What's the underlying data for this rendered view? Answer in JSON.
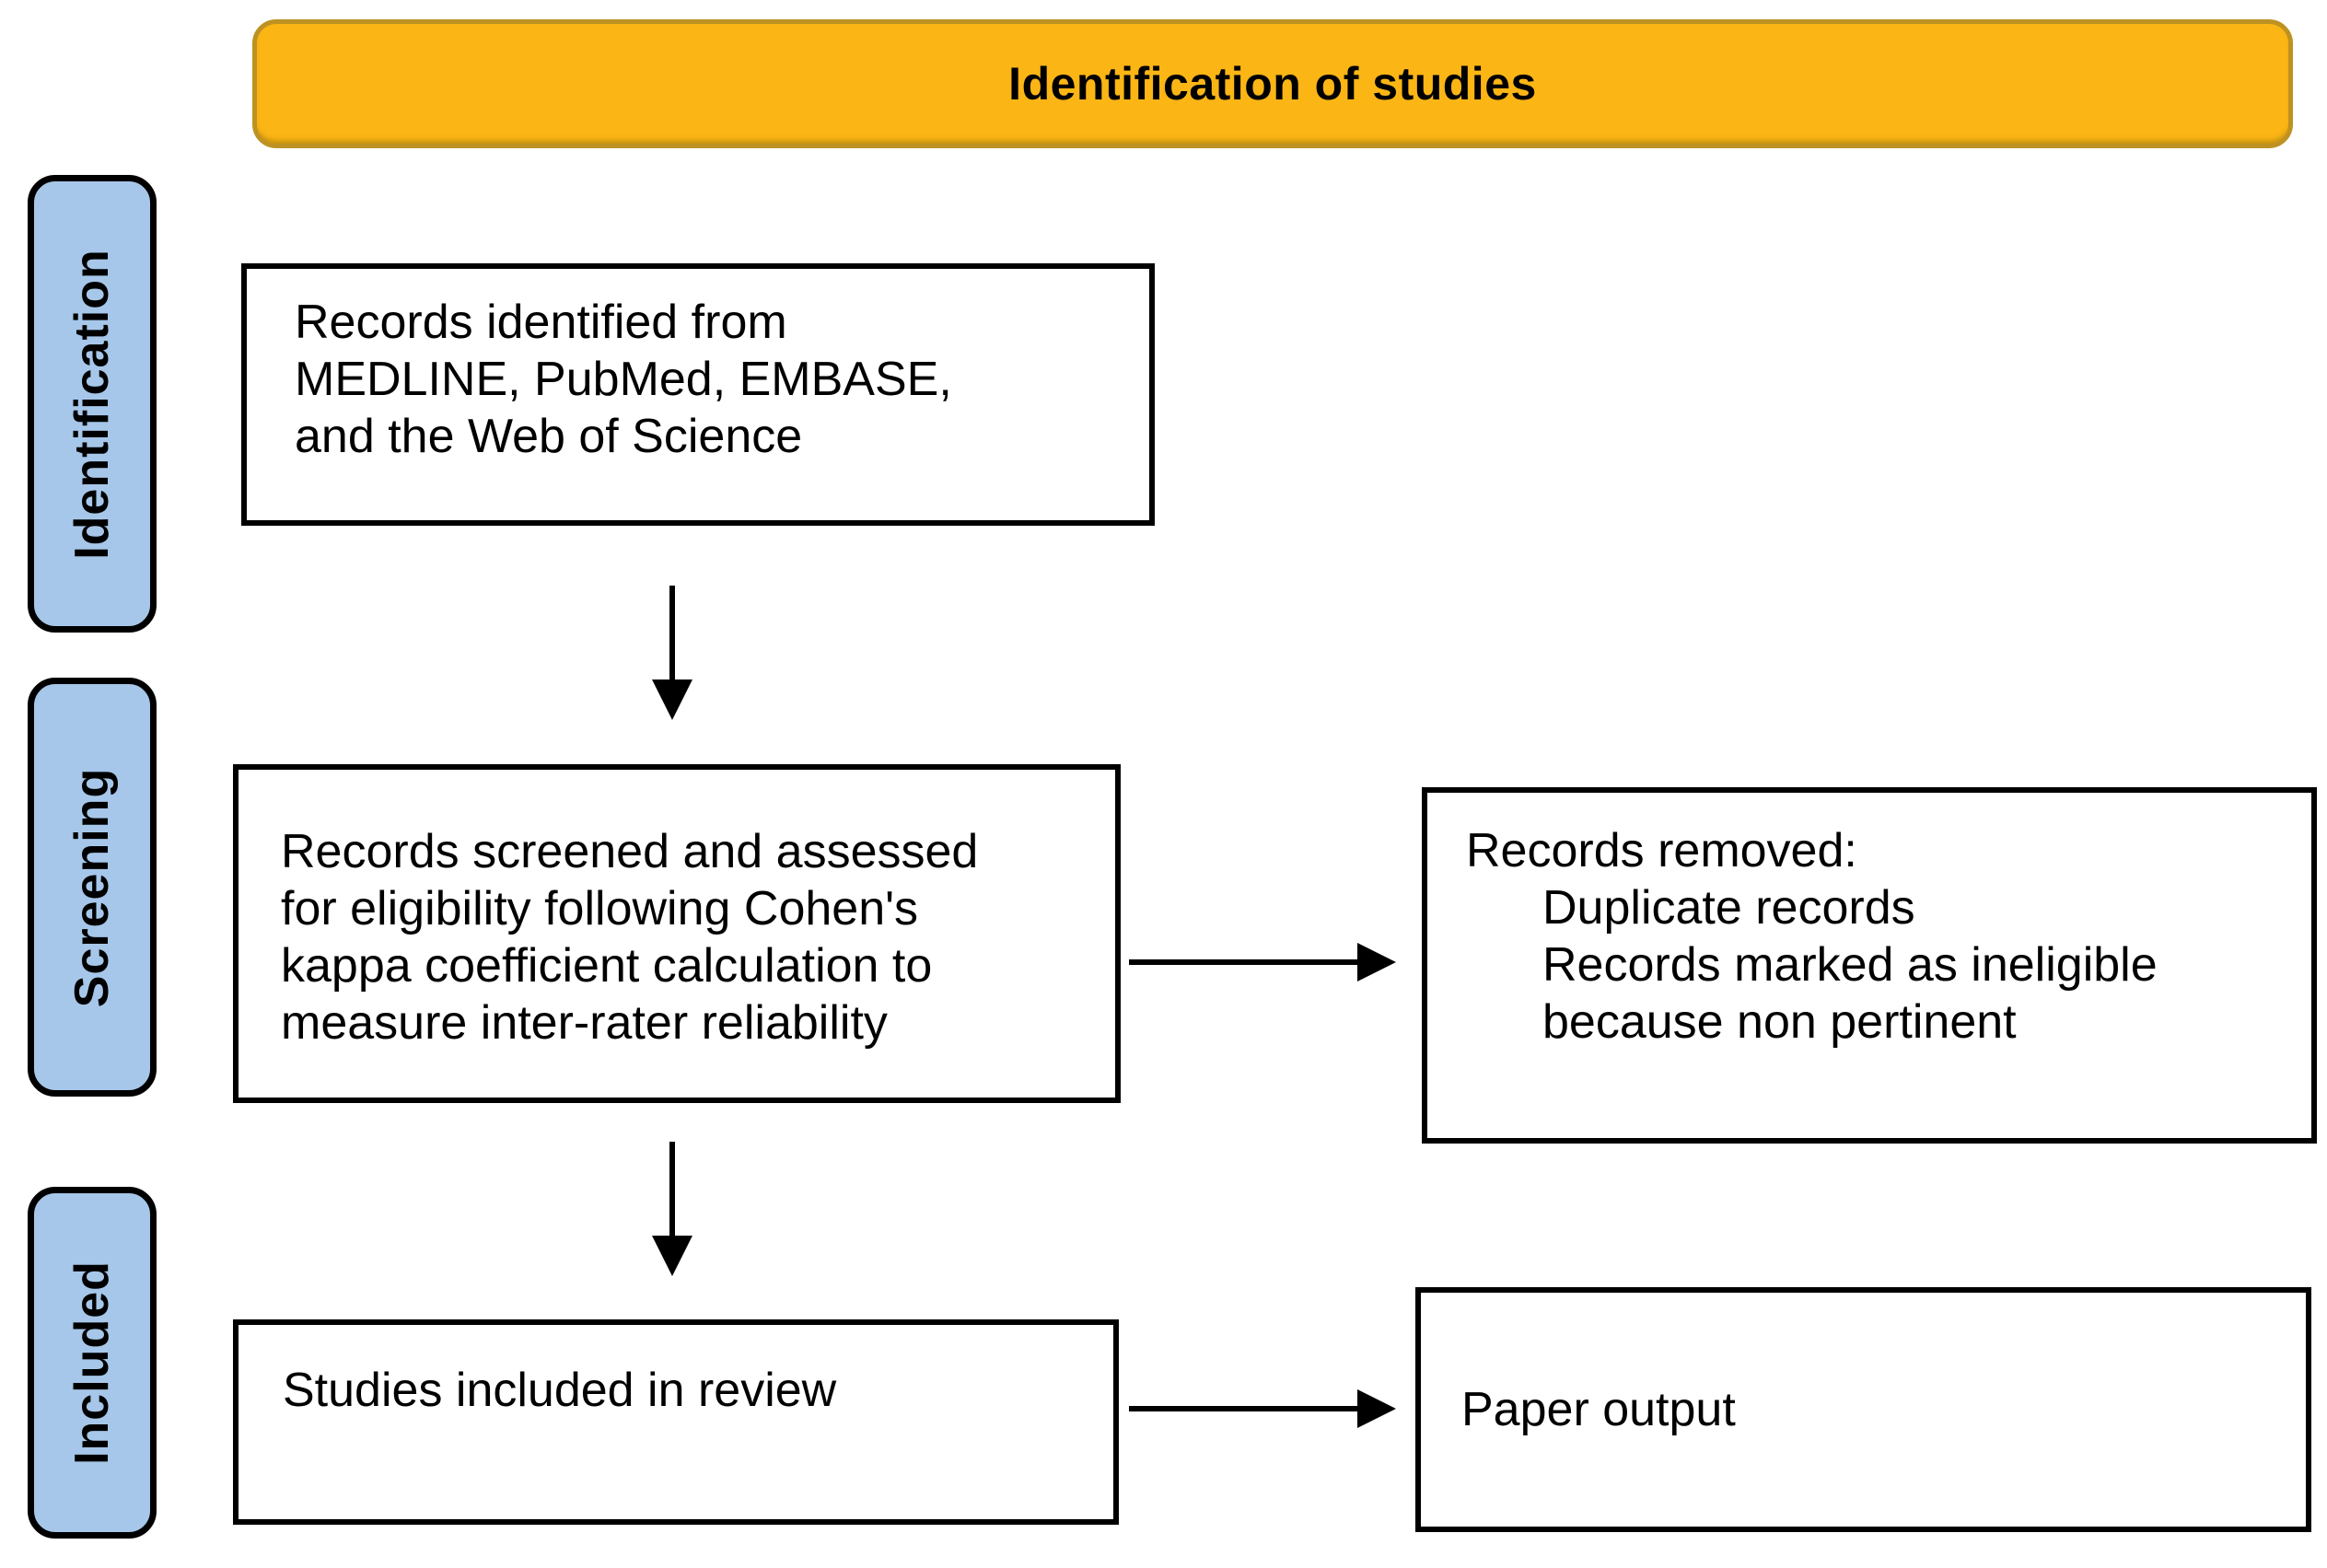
{
  "header": {
    "title": "Identification of studies"
  },
  "stages": [
    {
      "label": "Identification"
    },
    {
      "label": "Screening"
    },
    {
      "label": "Included"
    }
  ],
  "boxes": {
    "records_identified": {
      "lines": [
        "Records identified from",
        "MEDLINE, PubMed, EMBASE,",
        "and the Web of Science"
      ]
    },
    "records_screened": {
      "lines": [
        "Records screened and assessed",
        "for eligibility following Cohen's",
        "kappa coefficient calculation to",
        "measure inter-rater reliability"
      ]
    },
    "records_removed": {
      "heading": "Records removed:",
      "items": [
        "Duplicate records",
        "Records marked as ineligible because non pertinent"
      ]
    },
    "studies_included": {
      "text": "Studies included in review"
    },
    "paper_output": {
      "text": "Paper output"
    }
  },
  "colors": {
    "header_fill": "#FBB515",
    "header_border": "#BD9222",
    "stage_fill": "#A6C7E9",
    "box_border": "#000000",
    "arrow": "#000000",
    "text": "#000000",
    "background": "#FFFFFF"
  }
}
